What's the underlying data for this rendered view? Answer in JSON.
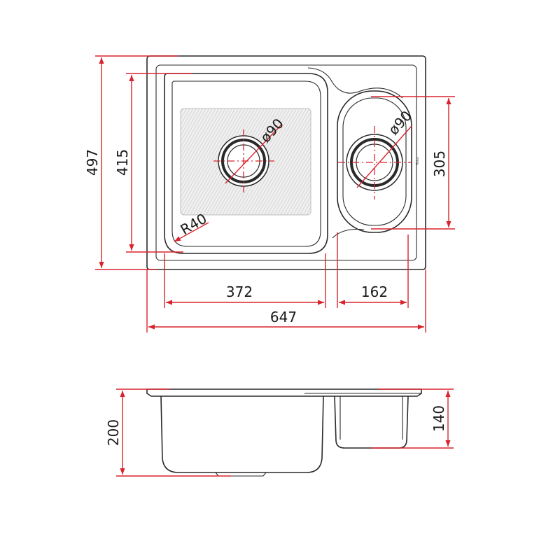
{
  "colors": {
    "dimension_red": "#d9232d",
    "outline": "#2a2a2a",
    "bowl_pattern": "#cfcfcf"
  },
  "top_view": {
    "overall_height": "497",
    "main_bowl_height": "415",
    "small_bowl_height": "305",
    "main_bowl_width": "372",
    "small_bowl_width": "162",
    "overall_width": "647",
    "main_drain_diameter": "ø90",
    "small_drain_diameter": "ø90",
    "corner_radius": "R40",
    "logo_text": "Teka"
  },
  "side_view": {
    "main_bowl_depth": "200",
    "small_bowl_depth": "140"
  }
}
